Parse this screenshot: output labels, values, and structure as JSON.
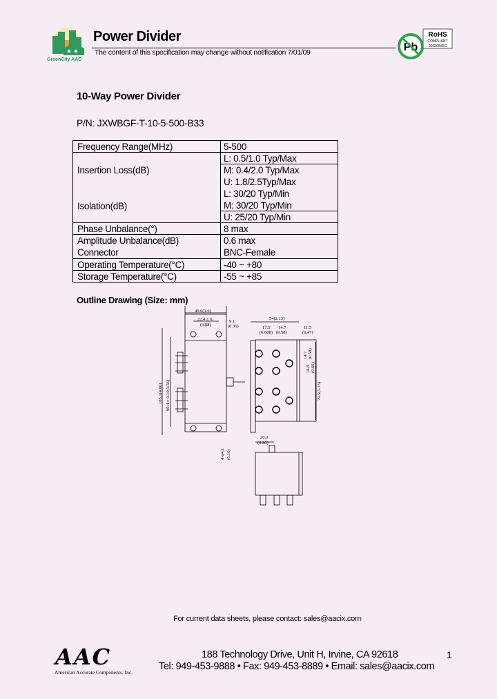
{
  "header": {
    "logo_text": "GreenCity AAC",
    "title": "Power Divider",
    "notice": "The content of this specification may change without notification 7/01/09",
    "rohs_badge": {
      "pb": "Pb",
      "rohs": "RoHS",
      "compliant": "COMPLIANT",
      "directive": "2002/95/EC"
    }
  },
  "product": {
    "title": "10-Way Power Divider",
    "part_number": "P/N: JXWBGF-T-10-5-500-B33"
  },
  "specs": {
    "frequency": {
      "label": "Frequency Range(MHz)",
      "value": "5-500"
    },
    "insertion_loss": {
      "label": "Insertion Loss(dB)",
      "values": [
        "L: 0.5/1.0 Typ/Max",
        "M: 0.4/2.0 Typ/Max",
        "U: 1.8/2.5Typ/Max"
      ]
    },
    "isolation": {
      "label": "Isolation(dB)",
      "values": [
        "L: 30/20 Typ/Min",
        "M: 30/20 Typ/Min",
        "U: 25/20 Typ/Min"
      ]
    },
    "phase": {
      "label": "Phase Unbalance(°)",
      "value": "8 max"
    },
    "amplitude": {
      "label": "Amplitude Unbalance(dB)",
      "value": "0.6 max"
    },
    "connector": {
      "label": "Connector",
      "value": "BNC-Female"
    },
    "operating_temp": {
      "label": "Operating Temperature(°C)",
      "value": "-40 ~ +80"
    },
    "storage_temp": {
      "label": "Storage Temperature(°C)",
      "value": "-55 ~ +85"
    }
  },
  "drawing": {
    "title": "Outline Drawing (Size: mm)",
    "dims": {
      "width_top": "40.6(1.6)",
      "hole_spacing": "22.4 ± 0.",
      "hole_spacing_in": "(3.88)",
      "edge": "9.1",
      "edge_in": "(0.36)",
      "height": "103.1(4.06)",
      "inner_height": "90.4 ± 0.10(3.56)",
      "holes": "4-φ4.1",
      "holes_in": "(0.16)",
      "side_width": "54(2.13)",
      "col1": "17.5",
      "col1_in": "(0.688)",
      "col2": "14.7",
      "col2_in": "(0.58)",
      "right": "11.5",
      "right_in": "(0.47)",
      "row": "14.7",
      "row_in": "(0.58)",
      "row2": "16.8",
      "row2_in": "(0.66)",
      "side_height": "79.5(3.13)",
      "bottom": "20.3",
      "bottom_in": "(0.80)"
    }
  },
  "footer": {
    "contact": "For current data sheets, please contact: sales@aacix.com",
    "logo": "AAC",
    "company": "American Accurate Components, Inc.",
    "address": "188 Technology Drive, Unit H, Irvine, CA 92618",
    "tel": "Tel: 949-453-9888 • Fax: 949-453-8889 • Email: sales@aacix.com",
    "page": "1"
  }
}
